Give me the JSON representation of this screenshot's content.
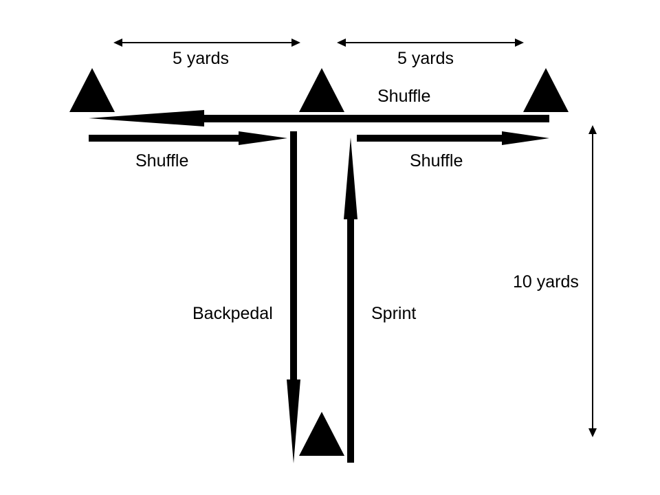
{
  "diagram": {
    "colors": {
      "ink": "#000000",
      "background": "#ffffff"
    },
    "distances": {
      "left_gap": "5 yards",
      "right_gap": "5 yards",
      "depth": "10 yards"
    },
    "moves": {
      "shuffle_back_top": "Shuffle",
      "shuffle_left": "Shuffle",
      "shuffle_right": "Shuffle",
      "backpedal": "Backpedal",
      "sprint": "Sprint"
    },
    "cones": [
      "left cone",
      "center cone",
      "right cone",
      "bottom cone"
    ]
  }
}
